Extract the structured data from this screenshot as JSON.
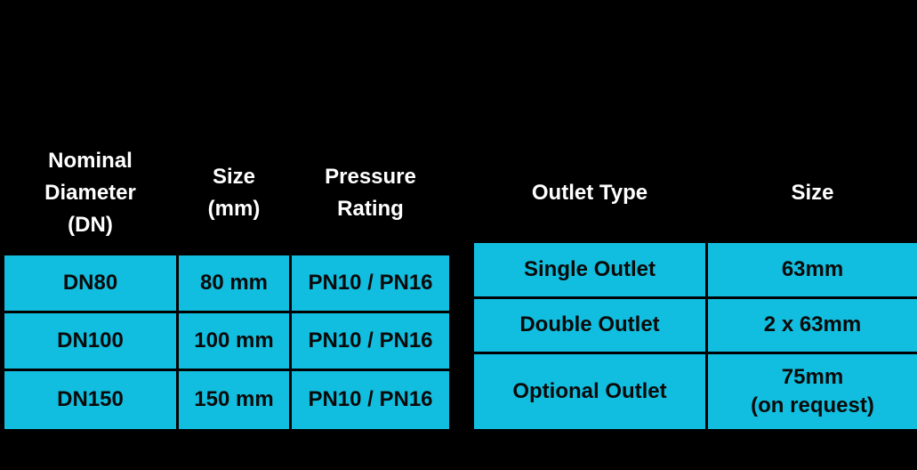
{
  "colors": {
    "background": "#000000",
    "cell_cyan": "#12bedf",
    "cell_text": "#0a0a0a",
    "header_text": "#ffffff"
  },
  "pipe_table": {
    "headers": [
      "Nominal\nDiameter\n(DN)",
      "Size\n(mm)",
      "Pressure\nRating"
    ],
    "rows": [
      [
        "DN80",
        "80 mm",
        "PN10 / PN16"
      ],
      [
        "DN100",
        "100 mm",
        "PN10 / PN16"
      ],
      [
        "DN150",
        "150 mm",
        "PN10 / PN16"
      ]
    ]
  },
  "outlet_table": {
    "headers": [
      "Outlet Type",
      "Size"
    ],
    "rows": [
      [
        "Single Outlet",
        "63mm"
      ],
      [
        "Double Outlet",
        "2 x 63mm"
      ],
      [
        "Optional Outlet",
        "75mm\n(on request)"
      ]
    ]
  }
}
